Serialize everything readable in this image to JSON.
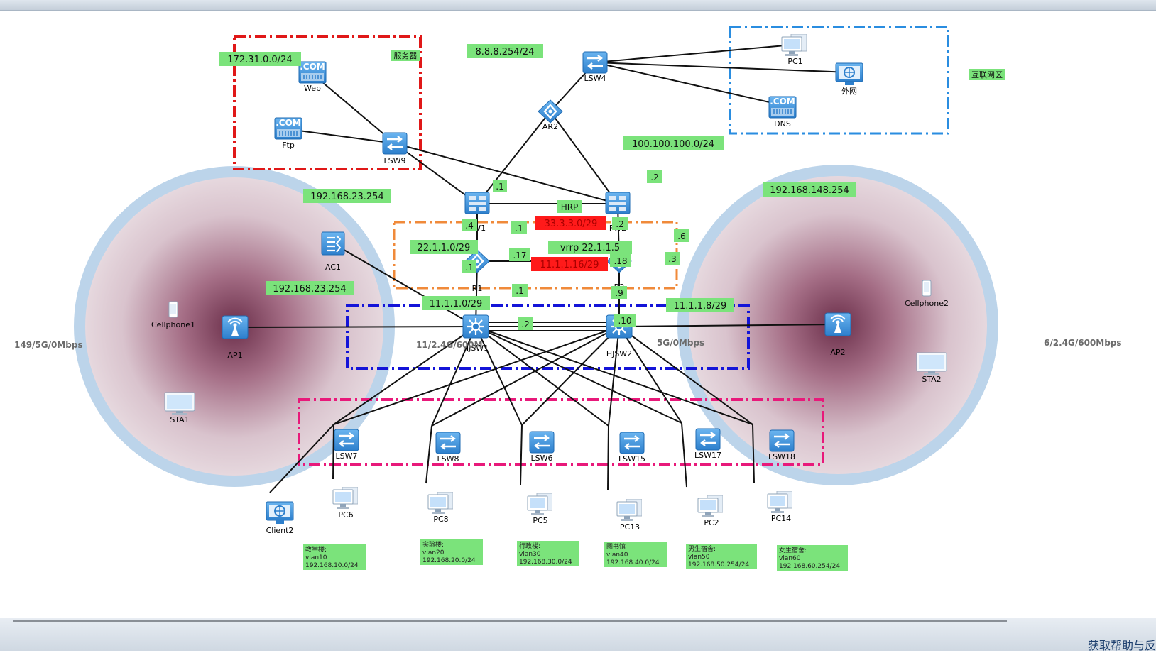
{
  "help_text": "获取帮助与反",
  "devices": {
    "web": "Web",
    "ftp": "Ftp",
    "lsw9": "LSW9",
    "lsw4": "LSW4",
    "ar2": "AR2",
    "pc1": "PC1",
    "extnet": "外网",
    "dns": "DNS",
    "fw1": "FW1",
    "fw2": "FW2",
    "r1": "R1",
    "r2": "R2",
    "ac1": "AC1",
    "hjsw1": "HJSW1",
    "hjsw2": "HJSW2",
    "ap1": "AP1",
    "ap2": "AP2",
    "cellphone1": "Cellphone1",
    "cellphone2": "Cellphone2",
    "sta1": "STA1",
    "sta2": "STA2",
    "lsw7": "LSW7",
    "lsw8": "LSW8",
    "lsw6": "LSW6",
    "lsw15": "LSW15",
    "lsw17": "LSW17",
    "lsw18": "LSW18",
    "pc6": "PC6",
    "pc8": "PC8",
    "pc5": "PC5",
    "pc13": "PC13",
    "pc2": "PC2",
    "pc14": "PC14",
    "client2": "Client2",
    "com": ".COM"
  },
  "labels": {
    "net_172": "172.31.0.0/24",
    "server_zone": "服务器",
    "net_8888": "8.8.8.254/24",
    "internet_zone": "互联网区",
    "net_100": "100.100.100.0/24",
    "gw_23_top": "192.168.23.254",
    "gw_148": "192.168.148.254",
    "gw_23_mid": "192.168.23.254",
    "hrp": "HRP",
    "net_33": "33.3.3.0/29",
    "net_22": "22.1.1.0/29",
    "vrrp": "vrrp 22.1.1.5",
    "net_11_16": "11.1.1.16/29",
    "net_11_0": "11.1.1.0/29",
    "net_11_8": "11.1.1.8/29",
    "if_1a": ".1",
    "if_2a": ".2",
    "if_4": ".4",
    "if_1b": ".1",
    "if_2b": ".2",
    "if_6": ".6",
    "if_17": ".17",
    "if_18": ".18",
    "if_1c": ".1",
    "if_3": ".3",
    "if_1d": ".1",
    "if_9": ".9",
    "if_2c": ".2",
    "if_10": ".10",
    "ap1_stat": "149/5G/0Mbps",
    "hj1_stat": "11/2.4G/600M",
    "hj2_stat": "5G/0Mbps",
    "ap2_stat": "6/2.4G/600Mbps"
  },
  "vlan_notes": [
    {
      "l1": "教学楼:",
      "l2": "vlan10",
      "l3": "192.168.10.0/24"
    },
    {
      "l1": "实验楼:",
      "l2": "vlan20",
      "l3": "192.168.20.0/24"
    },
    {
      "l1": "行政楼:",
      "l2": "vlan30",
      "l3": "192.168.30.0/24"
    },
    {
      "l1": "图书馆",
      "l2": "vlan40",
      "l3": "192.168.40.0/24"
    },
    {
      "l1": "男生宿舍:",
      "l2": "vlan50",
      "l3": "192.168.50.254/24"
    },
    {
      "l1": "女生宿舍:",
      "l2": "vlan60",
      "l3": "192.168.60.254/24"
    }
  ],
  "colors": {
    "device": "#3d8fd6",
    "label_bg": "#7be37b",
    "alert_bg": "#ff1a1a",
    "zone_red": "#e01818",
    "zone_blue": "#2a8de0",
    "zone_orange": "#f08a3a",
    "zone_darkblue": "#1414d8",
    "zone_pink": "#e8197a"
  }
}
